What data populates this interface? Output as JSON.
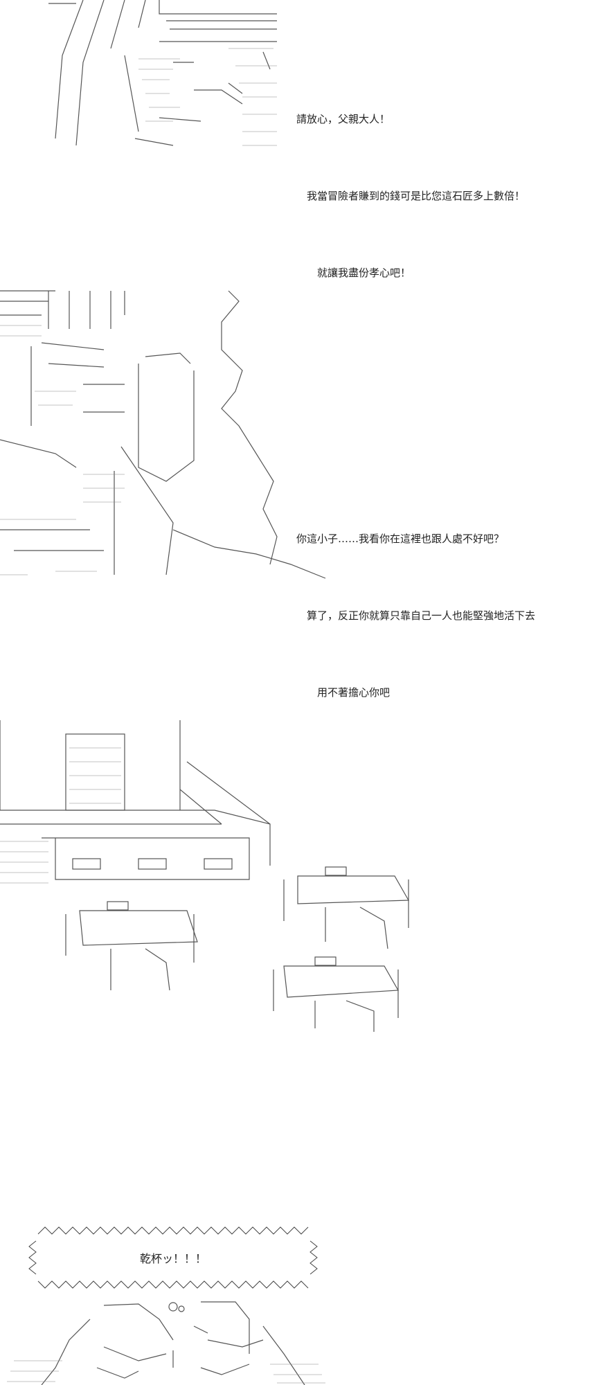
{
  "colors": {
    "ink": "#222222",
    "background": "#ffffff"
  },
  "scenes": [
    {
      "id": "scene-1",
      "lines": [
        "請放心，父親大人！",
        "　我當冒險者賺到的錢可是比您這石匠多上數倍！",
        "　　就讓我盡份孝心吧！"
      ]
    },
    {
      "id": "scene-2",
      "lines": [
        "你這小子……我看你在這裡也跟人處不好吧？",
        "　算了，反正你就算只靠自己一人也能堅強地活下去",
        "　　用不著擔心你吧"
      ]
    },
    {
      "id": "scene-4",
      "shout": "乾杯ッ！！！"
    }
  ]
}
